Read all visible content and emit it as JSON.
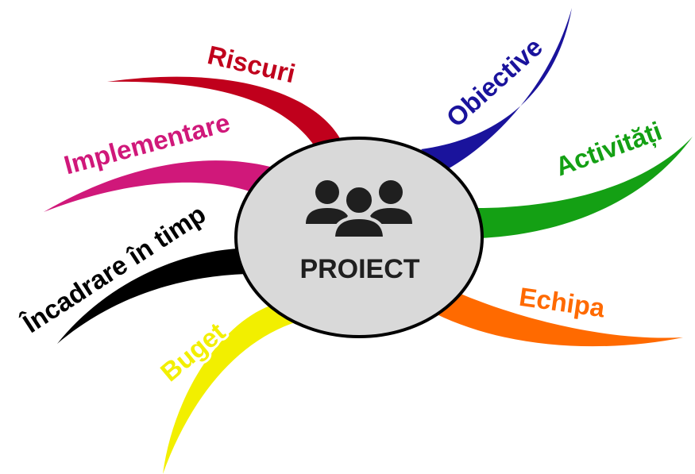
{
  "center": {
    "label": "PROIECT",
    "icon": "people-group-icon",
    "fill": "#d9d9d9",
    "stroke": "#000000"
  },
  "branches": [
    {
      "id": "riscuri",
      "label": "Riscuri",
      "color": "#c0001c"
    },
    {
      "id": "implementare",
      "label": "Implementare",
      "color": "#d0187a"
    },
    {
      "id": "incadrare",
      "label": "Încadrare în timp",
      "color": "#000000"
    },
    {
      "id": "buget",
      "label": "Buget",
      "color": "#f2ef00"
    },
    {
      "id": "obiective",
      "label": "Obiective",
      "color": "#1a139c"
    },
    {
      "id": "activitati",
      "label": "Activități",
      "color": "#14a014"
    },
    {
      "id": "echipa",
      "label": "Echipa",
      "color": "#ff6a00"
    }
  ]
}
